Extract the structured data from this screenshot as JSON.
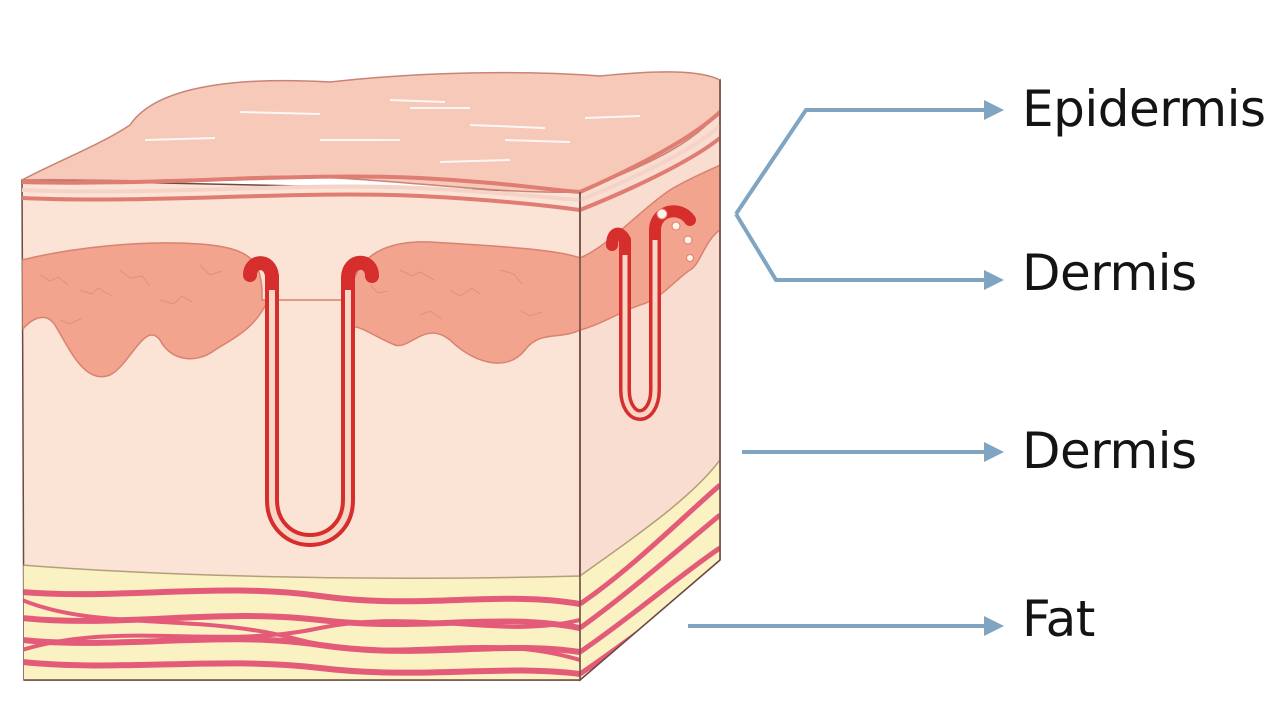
{
  "labels": [
    {
      "id": "epidermis",
      "text": "Epidermis"
    },
    {
      "id": "dermis-upper",
      "text": "Dermis"
    },
    {
      "id": "dermis-lower",
      "text": "Dermis"
    },
    {
      "id": "fat",
      "text": "Fat"
    }
  ],
  "colors": {
    "arrow": "#7fa5c2",
    "skin_top": "#f6c9b8",
    "skin_body": "#fbe3d6",
    "papillary_layer": "#f2a48f",
    "vessel_red": "#d62d2d",
    "fat_yellow": "#fbf2c4",
    "fat_bands": "#e45a79",
    "outline": "#6b4a44",
    "text": "#141414"
  }
}
